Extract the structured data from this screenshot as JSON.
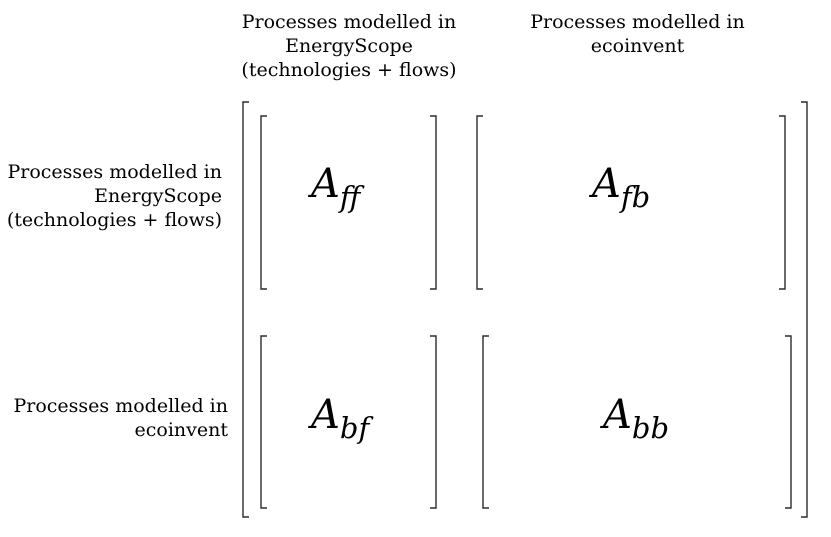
{
  "column_headers": [
    {
      "lines": [
        "Processes modelled in",
        "EnergyScope",
        "(technologies + flows)"
      ]
    },
    {
      "lines": [
        "Processes modelled in",
        "ecoinvent"
      ]
    }
  ],
  "row_headers": [
    {
      "lines": [
        "Processes modelled in",
        "EnergyScope",
        "(technologies + flows)"
      ]
    },
    {
      "lines": [
        "Processes modelled in",
        "ecoinvent"
      ]
    }
  ],
  "blocks": {
    "ff": {
      "symbol": "A",
      "subscript": "ff"
    },
    "fb": {
      "symbol": "A",
      "subscript": "fb"
    },
    "bf": {
      "symbol": "A",
      "subscript": "bf"
    },
    "bb": {
      "symbol": "A",
      "subscript": "bb"
    }
  }
}
